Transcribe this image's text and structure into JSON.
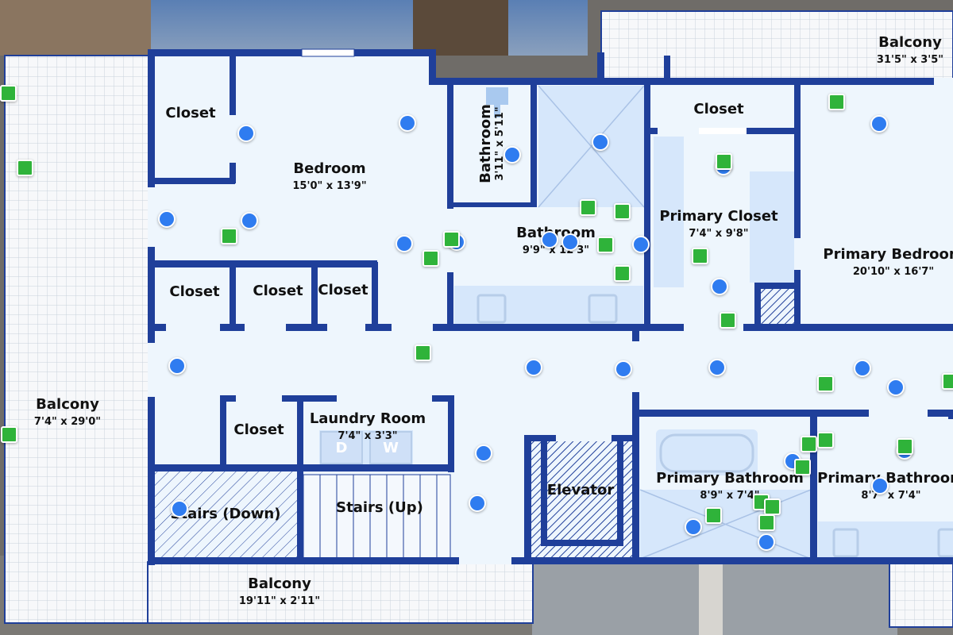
{
  "rooms": {
    "balcony_left": {
      "name": "Balcony",
      "dims": "7'4\" x 29'0\""
    },
    "balcony_top": {
      "name": "Balcony",
      "dims": "31'5\" x 3'5\""
    },
    "balcony_bottom": {
      "name": "Balcony",
      "dims": "19'11\" x 2'11\""
    },
    "closet_1": {
      "name": "Closet"
    },
    "bedroom": {
      "name": "Bedroom",
      "dims": "15'0\" x 13'9\""
    },
    "bathroom_small": {
      "name": "Bathroom",
      "dims": "3'11\" x 5'11\""
    },
    "bathroom": {
      "name": "Bathroom",
      "dims": "9'9\" x 12'3\""
    },
    "closet_top": {
      "name": "Closet"
    },
    "primary_closet": {
      "name": "Primary Closet",
      "dims": "7'4\" x 9'8\""
    },
    "primary_bedroom": {
      "name": "Primary Bedroom",
      "dims": "20'10\" x 16'7\""
    },
    "closet_2": {
      "name": "Closet"
    },
    "closet_3": {
      "name": "Closet"
    },
    "closet_4": {
      "name": "Closet"
    },
    "closet_5": {
      "name": "Closet"
    },
    "laundry_room": {
      "name": "Laundry Room",
      "dims": "7'4\" x 3'3\""
    },
    "stairs_down": {
      "name": "Stairs (Down)"
    },
    "stairs_up": {
      "name": "Stairs (Up)"
    },
    "elevator": {
      "name": "Elevator"
    },
    "primary_bathroom_1": {
      "name": "Primary Bathroom",
      "dims": "8'9\" x 7'4\""
    },
    "primary_bathroom_2": {
      "name": "Primary Bathroom",
      "dims": "8'7\" x 7'4\""
    }
  },
  "fixture_letters": {
    "dryer": "D",
    "washer": "W"
  },
  "colors": {
    "wall": "#1f3f9a",
    "floor": "#eef6fd",
    "tile_blue": "#d6e7fb",
    "marker_blue": "#2f7cf0",
    "marker_green": "#2fb33a"
  }
}
